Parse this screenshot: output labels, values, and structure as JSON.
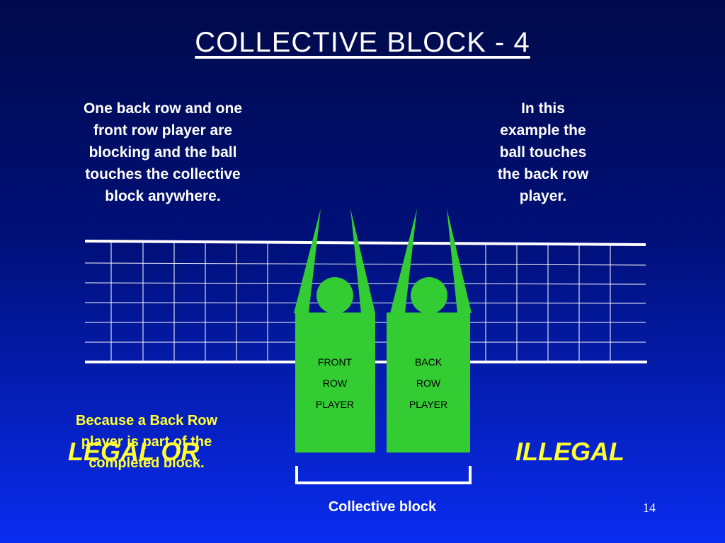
{
  "title": "COLLECTIVE  BLOCK - 4",
  "left_text": [
    "One back row and one",
    "front row player are",
    "blocking and  the ball",
    "touches the collective",
    "block anywhere."
  ],
  "right_text": [
    "In this",
    "example the",
    "ball touches",
    "the back row",
    "player."
  ],
  "because_text": [
    "Because a Back Row",
    "player is part of the",
    "completed block."
  ],
  "legal_label": "LEGAL OR",
  "illegal_label": "ILLEGAL",
  "players": {
    "front": [
      "FRONT",
      "ROW",
      "PLAYER"
    ],
    "back": [
      "BACK",
      "ROW",
      "PLAYER"
    ]
  },
  "caption": "Collective block",
  "page_number": "14",
  "colors": {
    "background_top": "#000a4a",
    "background_bottom": "#0a2cf0",
    "player": "#33cc33",
    "highlight_text": "#ffff33"
  }
}
